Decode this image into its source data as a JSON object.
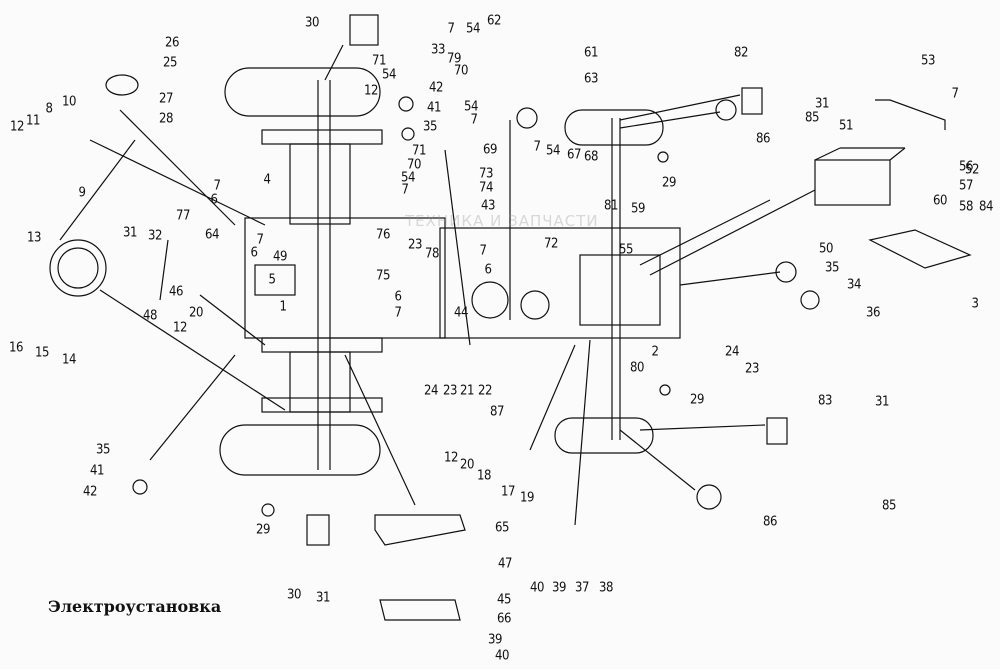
{
  "title": "Электроустановка",
  "watermark": "ТЕХНИКА И ЗАПЧАСТИ",
  "colors": {
    "line": "#111111",
    "background": "#fbfbfb",
    "watermark": "#bdbdbd"
  },
  "callouts": [
    {
      "id": "c1",
      "text": "30"
    },
    {
      "id": "c2",
      "text": "26"
    },
    {
      "id": "c3",
      "text": "25"
    },
    {
      "id": "c4",
      "text": "27"
    },
    {
      "id": "c5",
      "text": "28"
    },
    {
      "id": "c6",
      "text": "10"
    },
    {
      "id": "c7",
      "text": "8"
    },
    {
      "id": "c8",
      "text": "11"
    },
    {
      "id": "c9",
      "text": "12"
    },
    {
      "id": "c10",
      "text": "9"
    },
    {
      "id": "c11",
      "text": "12"
    },
    {
      "id": "c12",
      "text": "33"
    },
    {
      "id": "c13",
      "text": "71"
    },
    {
      "id": "c14",
      "text": "54"
    },
    {
      "id": "c15",
      "text": "79"
    },
    {
      "id": "c16",
      "text": "70"
    },
    {
      "id": "c17",
      "text": "42"
    },
    {
      "id": "c18",
      "text": "41"
    },
    {
      "id": "c19",
      "text": "35"
    },
    {
      "id": "c20",
      "text": "7"
    },
    {
      "id": "c21",
      "text": "54"
    },
    {
      "id": "c22",
      "text": "62"
    },
    {
      "id": "c23",
      "text": "61"
    },
    {
      "id": "c24",
      "text": "63"
    },
    {
      "id": "c25",
      "text": "54"
    },
    {
      "id": "c26",
      "text": "7"
    },
    {
      "id": "c27",
      "text": "71"
    },
    {
      "id": "c28",
      "text": "69"
    },
    {
      "id": "c29",
      "text": "70"
    },
    {
      "id": "c30",
      "text": "54"
    },
    {
      "id": "c31",
      "text": "7"
    },
    {
      "id": "c32",
      "text": "73"
    },
    {
      "id": "c33",
      "text": "74"
    },
    {
      "id": "c34",
      "text": "43"
    },
    {
      "id": "c35",
      "text": "7"
    },
    {
      "id": "c36",
      "text": "54"
    },
    {
      "id": "c37",
      "text": "67"
    },
    {
      "id": "c38",
      "text": "68"
    },
    {
      "id": "c39",
      "text": "29"
    },
    {
      "id": "c40",
      "text": "81"
    },
    {
      "id": "c41",
      "text": "59"
    },
    {
      "id": "c42",
      "text": "82"
    },
    {
      "id": "c43",
      "text": "31"
    },
    {
      "id": "c44",
      "text": "85"
    },
    {
      "id": "c45",
      "text": "86"
    },
    {
      "id": "c46",
      "text": "53"
    },
    {
      "id": "c47",
      "text": "7"
    },
    {
      "id": "c48",
      "text": "51"
    },
    {
      "id": "c49",
      "text": "52"
    },
    {
      "id": "c50",
      "text": "56"
    },
    {
      "id": "c51",
      "text": "57"
    },
    {
      "id": "c52",
      "text": "58"
    },
    {
      "id": "c53",
      "text": "60"
    },
    {
      "id": "c54",
      "text": "84"
    },
    {
      "id": "c55",
      "text": "50"
    },
    {
      "id": "c56",
      "text": "35"
    },
    {
      "id": "c57",
      "text": "34"
    },
    {
      "id": "c58",
      "text": "3"
    },
    {
      "id": "c59",
      "text": "36"
    },
    {
      "id": "c60",
      "text": "24"
    },
    {
      "id": "c61",
      "text": "23"
    },
    {
      "id": "c62",
      "text": "13"
    },
    {
      "id": "c63",
      "text": "31"
    },
    {
      "id": "c64",
      "text": "32"
    },
    {
      "id": "c65",
      "text": "77"
    },
    {
      "id": "c66",
      "text": "64"
    },
    {
      "id": "c67",
      "text": "7"
    },
    {
      "id": "c68",
      "text": "6"
    },
    {
      "id": "c69",
      "text": "4"
    },
    {
      "id": "c70",
      "text": "7"
    },
    {
      "id": "c71",
      "text": "6"
    },
    {
      "id": "c72",
      "text": "49"
    },
    {
      "id": "c73",
      "text": "5"
    },
    {
      "id": "c74",
      "text": "46"
    },
    {
      "id": "c75",
      "text": "20"
    },
    {
      "id": "c76",
      "text": "12"
    },
    {
      "id": "c77",
      "text": "48"
    },
    {
      "id": "c78",
      "text": "16"
    },
    {
      "id": "c79",
      "text": "15"
    },
    {
      "id": "c80",
      "text": "14"
    },
    {
      "id": "c81",
      "text": "1"
    },
    {
      "id": "c82",
      "text": "76"
    },
    {
      "id": "c83",
      "text": "23"
    },
    {
      "id": "c84",
      "text": "78"
    },
    {
      "id": "c85",
      "text": "75"
    },
    {
      "id": "c86",
      "text": "6"
    },
    {
      "id": "c87",
      "text": "7"
    },
    {
      "id": "c88",
      "text": "7"
    },
    {
      "id": "c89",
      "text": "6"
    },
    {
      "id": "c90",
      "text": "72"
    },
    {
      "id": "c91",
      "text": "44"
    },
    {
      "id": "c92",
      "text": "55"
    },
    {
      "id": "c93",
      "text": "2"
    },
    {
      "id": "c94",
      "text": "80"
    },
    {
      "id": "c95",
      "text": "29"
    },
    {
      "id": "c96",
      "text": "24"
    },
    {
      "id": "c97",
      "text": "23"
    },
    {
      "id": "c98",
      "text": "21"
    },
    {
      "id": "c99",
      "text": "22"
    },
    {
      "id": "c100",
      "text": "87"
    },
    {
      "id": "c101",
      "text": "12"
    },
    {
      "id": "c102",
      "text": "20"
    },
    {
      "id": "c103",
      "text": "18"
    },
    {
      "id": "c104",
      "text": "17"
    },
    {
      "id": "c105",
      "text": "19"
    },
    {
      "id": "c106",
      "text": "83"
    },
    {
      "id": "c107",
      "text": "31"
    },
    {
      "id": "c108",
      "text": "85"
    },
    {
      "id": "c109",
      "text": "86"
    },
    {
      "id": "c110",
      "text": "35"
    },
    {
      "id": "c111",
      "text": "41"
    },
    {
      "id": "c112",
      "text": "42"
    },
    {
      "id": "c113",
      "text": "29"
    },
    {
      "id": "c114",
      "text": "30"
    },
    {
      "id": "c115",
      "text": "31"
    },
    {
      "id": "c116",
      "text": "65"
    },
    {
      "id": "c117",
      "text": "47"
    },
    {
      "id": "c118",
      "text": "45"
    },
    {
      "id": "c119",
      "text": "66"
    },
    {
      "id": "c120",
      "text": "39"
    },
    {
      "id": "c121",
      "text": "40"
    },
    {
      "id": "c122",
      "text": "40"
    },
    {
      "id": "c123",
      "text": "39"
    },
    {
      "id": "c124",
      "text": "37"
    },
    {
      "id": "c125",
      "text": "38"
    }
  ]
}
